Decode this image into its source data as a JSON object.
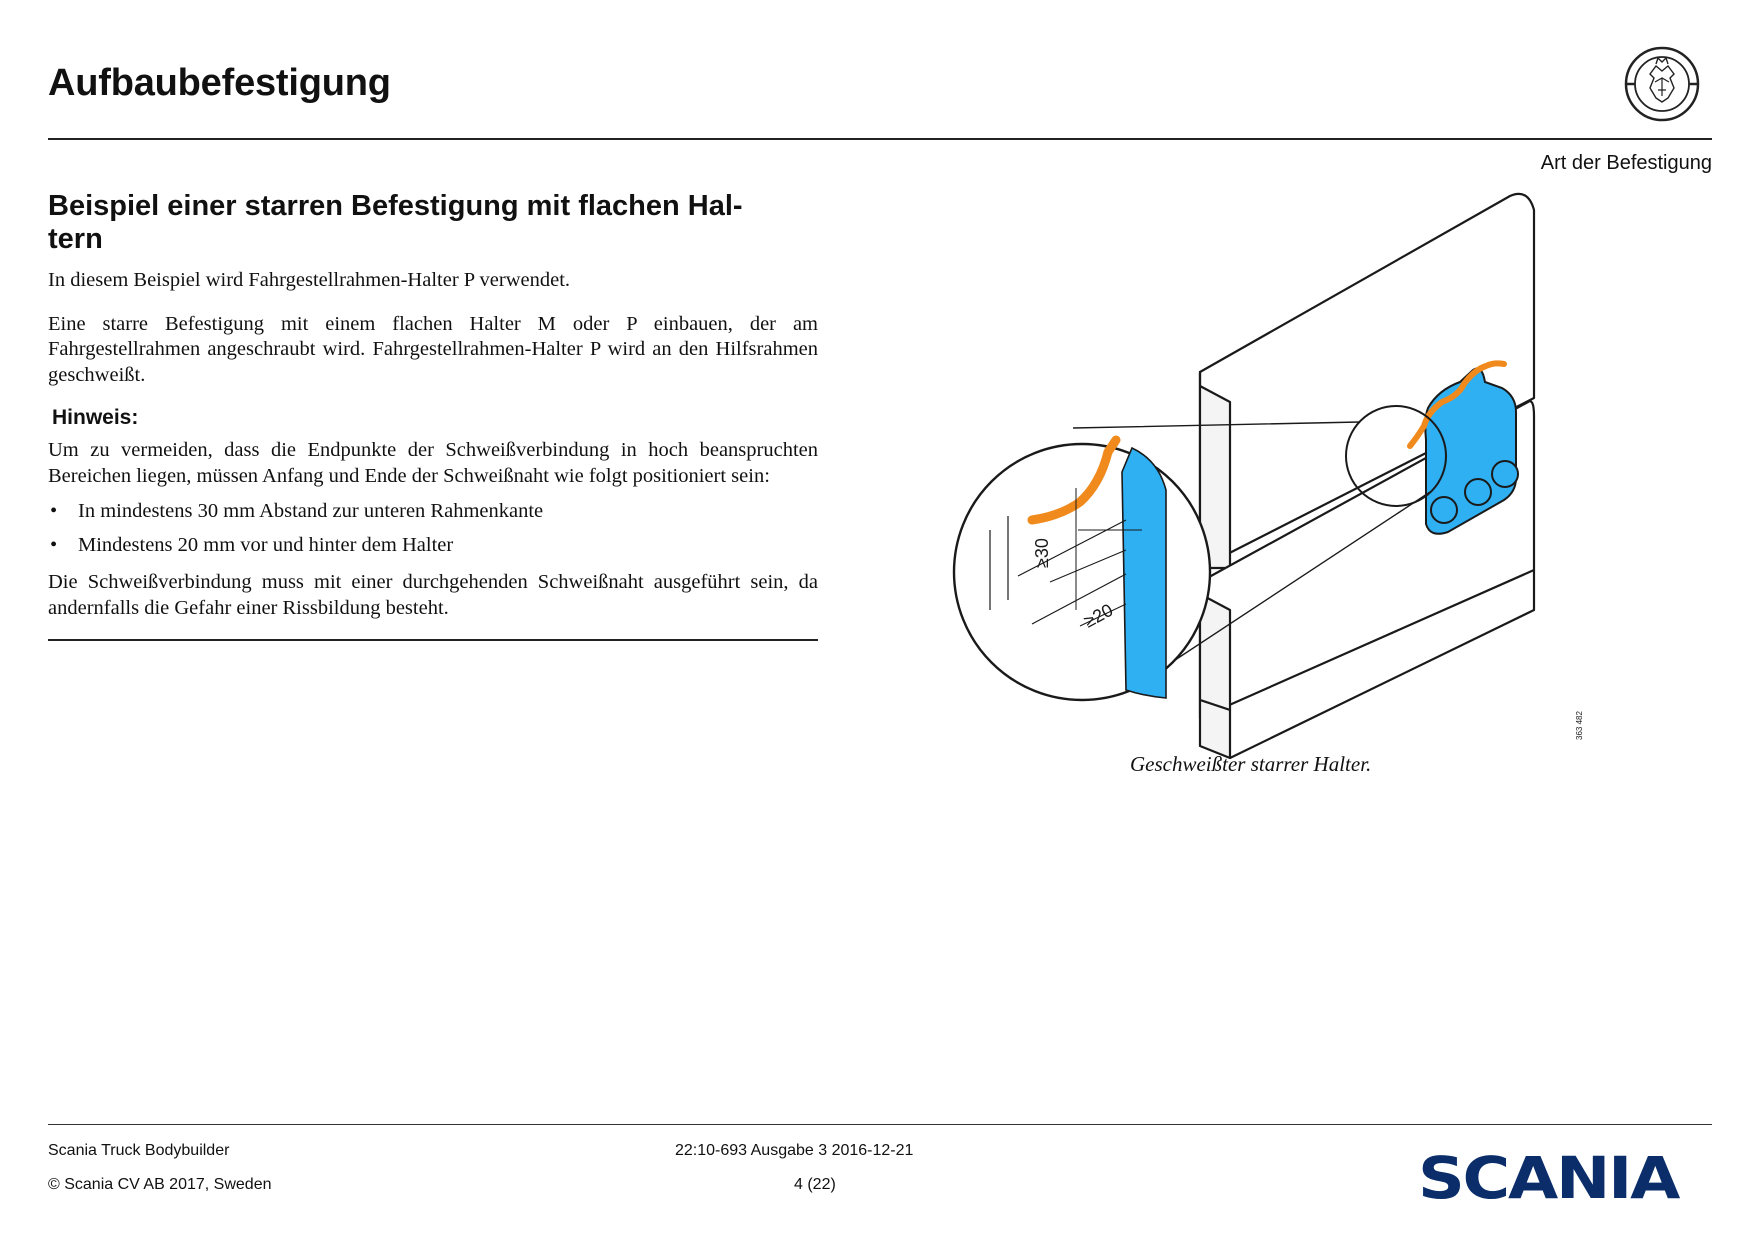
{
  "header": {
    "title": "Aufbaubefestigung",
    "section_label": "Art der Befestigung",
    "emblem_icon": "scania-griffin-emblem"
  },
  "content": {
    "heading_line1": "Beispiel einer starren Befestigung mit flachen Hal-",
    "heading_line2": "tern",
    "para1": "In diesem Beispiel wird Fahrgestellrahmen-Halter P verwendet.",
    "para2": "Eine starre Befestigung mit einem flachen Halter M oder P einbauen, der am Fahrgestellrahmen angeschraubt wird. Fahrgestellrahmen-Halter P wird an den Hilfsrahmen geschweißt.",
    "note_heading": "Hinweis:",
    "note_intro": "Um zu vermeiden, dass die Endpunkte der Schweißverbindung in hoch beanspruchten Bereichen liegen, müssen Anfang und Ende der Schweißnaht wie folgt positioniert sein:",
    "bullets": [
      "In mindestens 30 mm Abstand zur unteren Rahmenkante",
      "Mindestens 20 mm vor und hinter dem Halter"
    ],
    "bullet_marker": "•",
    "closing": "Die Schweißverbindung muss mit einer durchgehenden Schweißnaht ausgeführt sein, da andernfalls die Gefahr einer Rissbildung besteht."
  },
  "figure": {
    "dim_30": "≥30",
    "dim_20": "≥20",
    "image_number": "363 482",
    "caption": "Geschweißter starrer Halter.",
    "colors": {
      "bracket": "#2fb0f3",
      "weld": "#f08a1c",
      "line": "#1a1a1a"
    }
  },
  "footer": {
    "publication": "Scania Truck Bodybuilder",
    "copyright": "© Scania CV AB  2017, Sweden",
    "document": "22:10-693 Ausgabe 3  2016-12-21",
    "page": "4 (22)",
    "brand": "SCANIA",
    "brand_color": "#0b2e6b"
  }
}
